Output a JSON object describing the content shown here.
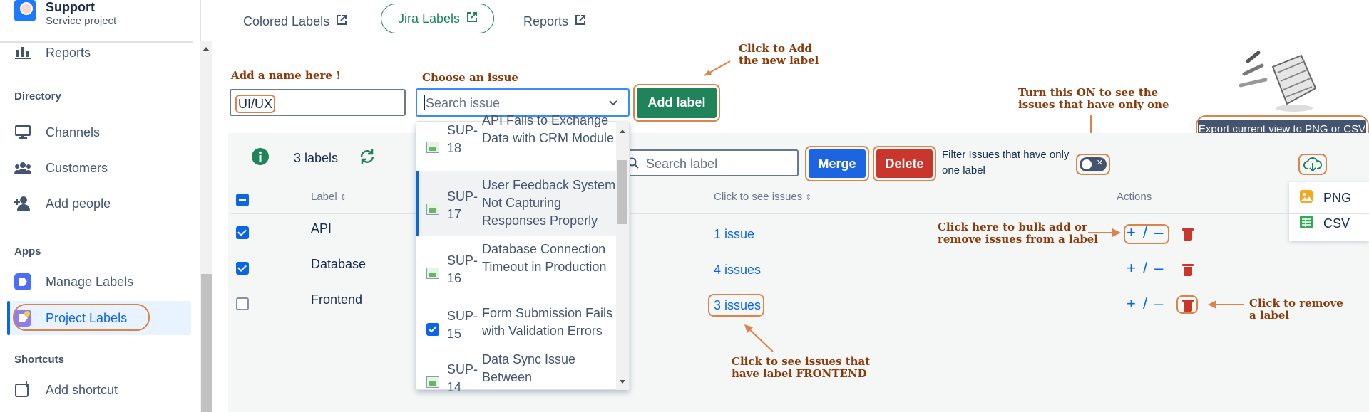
{
  "sidebar": {
    "project_title": "Support",
    "project_subtitle": "Service project",
    "items_top": [
      {
        "label": "Reports",
        "icon": "bar-chart-icon"
      }
    ],
    "directory_heading": "Directory",
    "directory_items": [
      {
        "label": "Channels",
        "icon": "monitor-icon"
      },
      {
        "label": "Customers",
        "icon": "people-icon"
      },
      {
        "label": "Add people",
        "icon": "add-person-icon"
      }
    ],
    "apps_heading": "Apps",
    "apps_items": [
      {
        "label": "Manage Labels",
        "icon": "app-icon"
      },
      {
        "label": "Project Labels",
        "icon": "app-icon"
      }
    ],
    "shortcuts_heading": "Shortcuts",
    "shortcut_items": [
      {
        "label": "Add shortcut",
        "icon": "add-shortcut-icon"
      }
    ]
  },
  "tabs": [
    {
      "label": "Colored Labels"
    },
    {
      "label": "Jira Labels"
    },
    {
      "label": "Reports"
    }
  ],
  "form": {
    "name_caption": "Add a name here !",
    "name_value": "UI/UX",
    "issue_caption": "Choose an issue",
    "issue_placeholder": "Search issue",
    "add_button": "Add label"
  },
  "toolbar": {
    "label_count": "3 labels",
    "search_placeholder": "Search label",
    "merge_button": "Merge",
    "delete_button": "Delete",
    "filter_text_1": "Filter Issues that have only",
    "filter_text_2": "one label",
    "export_tooltip": "Export current view to PNG or CSV"
  },
  "download_menu": [
    "PNG",
    "CSV"
  ],
  "table": {
    "headers": {
      "label": "Label",
      "issues": "Click to see issues",
      "actions": "Actions"
    },
    "rows": [
      {
        "label": "API",
        "issues": "1 issue",
        "checked": true
      },
      {
        "label": "Database",
        "issues": "4 issues",
        "checked": true
      },
      {
        "label": "Frontend",
        "issues": "3 issues",
        "checked": false
      }
    ],
    "action_symbol": "+ / –"
  },
  "dropdown": {
    "items": [
      {
        "key": "SUP-18",
        "summary": "API Fails to Exchange Data with CRM Module",
        "selected": false
      },
      {
        "key": "SUP-17",
        "summary": "User Feedback System Not Capturing Responses Properly",
        "selected": false
      },
      {
        "key": "SUP-16",
        "summary": "Database Connection Timeout in Production",
        "selected": false
      },
      {
        "key": "SUP-15",
        "summary": "Form Submission Fails with Validation Errors",
        "selected": true
      },
      {
        "key": "SUP-14",
        "summary": "Data Sync Issue Between",
        "selected": false
      }
    ]
  },
  "annotations": {
    "add_label_1": "Click to Add",
    "add_label_2": "the new label",
    "toggle_1": "Turn this ON to see the",
    "toggle_2": "issues that have only one",
    "bulk_1": "Click here to bulk add or",
    "bulk_2": "remove issues from a label",
    "remove_1": "Click to remove",
    "remove_2": "a label",
    "frontend_1": "Click to see issues that",
    "frontend_2": "have label FRONTEND"
  },
  "colors": {
    "accent": "#1f845a",
    "link": "#0c66e4",
    "danger": "#c9372c",
    "annotation": "#d9844a"
  }
}
